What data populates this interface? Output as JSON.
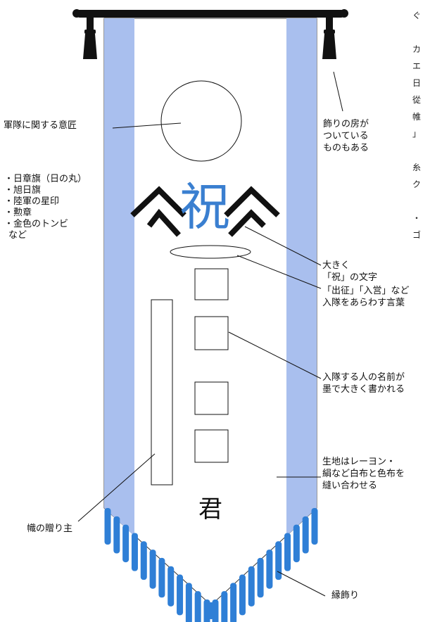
{
  "labels": {
    "military_design": "軍隊に関する意匠",
    "military_items": [
      "・日章旗（日の丸）",
      "・旭日旗",
      "・陸軍の星印",
      "・勲章",
      "・金色のトンビ",
      "など"
    ],
    "tassel": "飾りの房が\nついている\nものもある",
    "shuku_text": "大きく\n「祝」の文字",
    "phrase": "「出征」「入営」など\n入隊をあらわす言葉",
    "name": "入隊する人の名前が\n墨で大きく書かれる",
    "fabric": "生地はレーヨン・\n絹など白布と色布を\n縫い合わせる",
    "sender": "幟の贈り主",
    "fringe": "縁飾り"
  },
  "banner_text": {
    "shuku": "祝",
    "kimi": "君"
  },
  "corner_fragment": "ぐ\n \nカ\nエ\n日\n從\n帷\n」\n \n糸\nク\n \n・\nゴ",
  "colors": {
    "side_band": "#a9bfee",
    "fringe": "#2f7fd6",
    "shuku_char": "#3a7fd0",
    "pole": "#111111"
  }
}
